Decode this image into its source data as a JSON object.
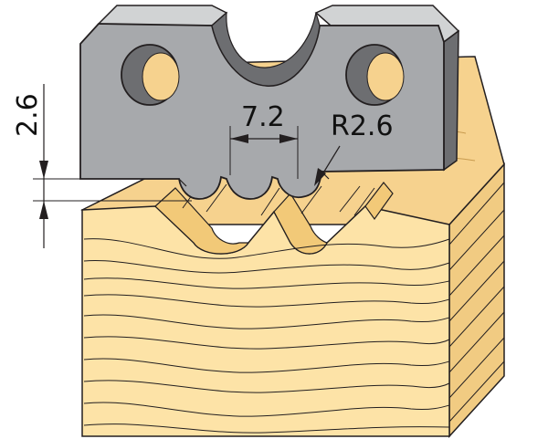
{
  "diagram": {
    "dimensions": {
      "depth": {
        "value": "2.6"
      },
      "pitch": {
        "value": "7.2"
      },
      "radius": {
        "value": "R2.6"
      }
    }
  },
  "colors": {
    "blade_face": "#a7a9ac",
    "blade_top": "#d1d3d4",
    "blade_side": "#6d6e71",
    "outline": "#231f20",
    "wood_face": "#fde3a7",
    "wood_grain": "#c79a4e",
    "wood_top": "#f6d28e"
  }
}
